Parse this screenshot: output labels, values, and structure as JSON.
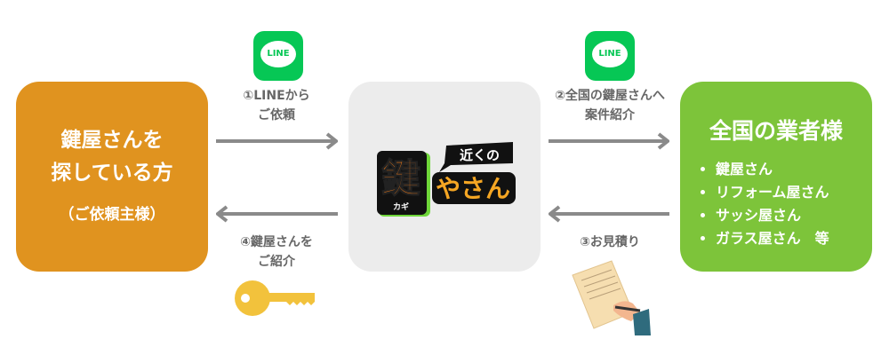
{
  "left_box": {
    "line1": "鍵屋さんを",
    "line2": "探している方",
    "line3": "（ご依頼主様）"
  },
  "center_logo": {
    "callout": "近くの",
    "kanji": "鍵",
    "ruby": "カギ",
    "rest": "やさん"
  },
  "right_box": {
    "title": "全国の業者様",
    "items": [
      "鍵屋さん",
      "リフォーム屋さん",
      "サッシ屋さん",
      "ガラス屋さん　等"
    ]
  },
  "line_icon_label": "LINE",
  "steps": {
    "s1": [
      "①LINEから",
      "ご依頼"
    ],
    "s2": [
      "②全国の鍵屋さんへ",
      "案件紹介"
    ],
    "s3": [
      "③お見積り"
    ],
    "s4": [
      "④鍵屋さんを",
      "ご紹介"
    ]
  },
  "colors": {
    "orange": "#e0931f",
    "green": "#7dc43a",
    "gray": "#ececec",
    "line": "#06c755"
  }
}
